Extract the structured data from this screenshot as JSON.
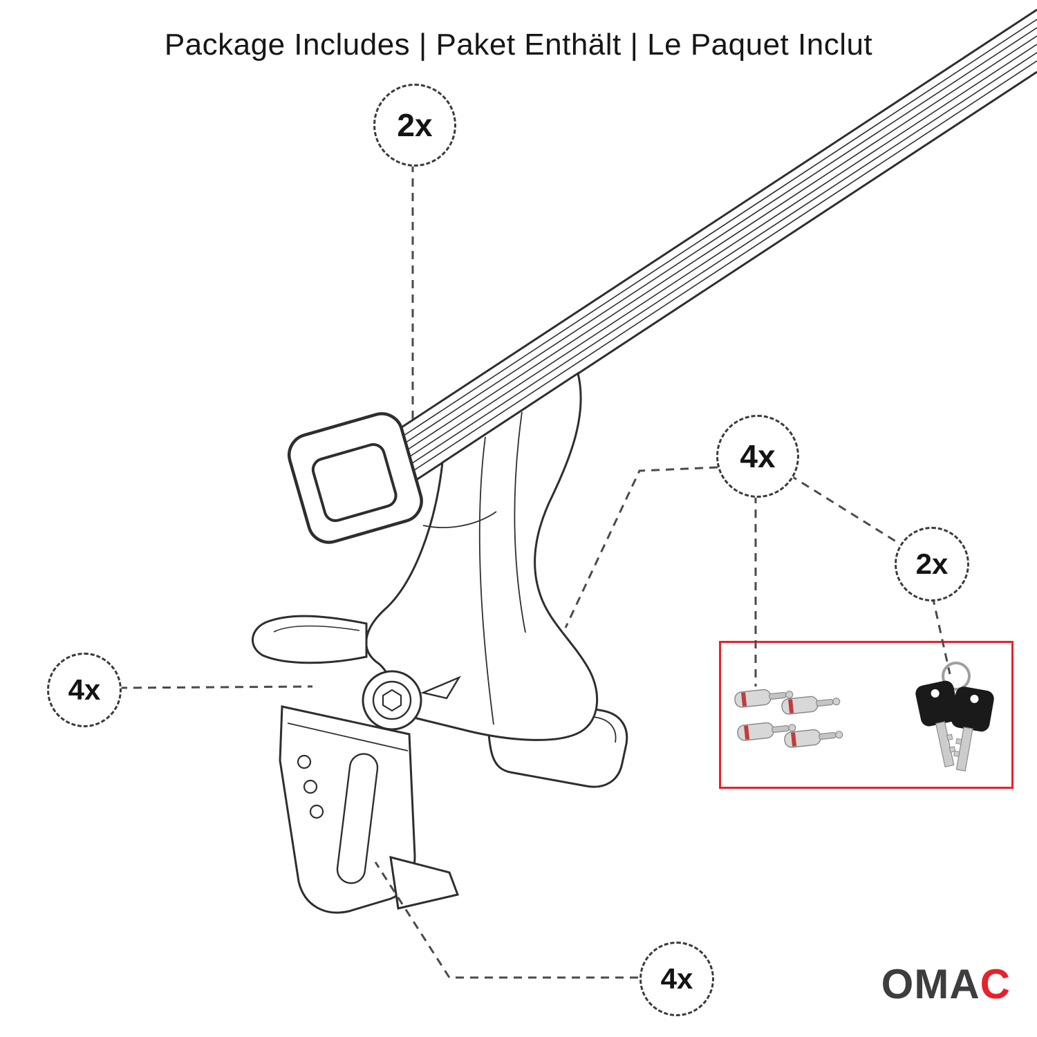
{
  "title": "Package Includes | Paket Enthält | Le Paquet Inclut",
  "callouts": {
    "crossbar": "2x",
    "foot": "4x",
    "locks": "4x",
    "keys": "2x",
    "clamp": "4x"
  },
  "hardware_box": {
    "border_color": "#e8212a",
    "contents": [
      "lock-cylinders",
      "keys-with-ring"
    ]
  },
  "drawing": {
    "line_color": "#2e2e2e",
    "parts": [
      "roof-cross-bar",
      "end-cap",
      "mounting-foot",
      "base-pad",
      "clamp-bracket",
      "hex-bolt"
    ]
  },
  "logo": {
    "text": "OMAC",
    "part_dark": "OMA",
    "part_red": "C",
    "dark_color": "#3d3d3f",
    "red_color": "#e8212a"
  }
}
